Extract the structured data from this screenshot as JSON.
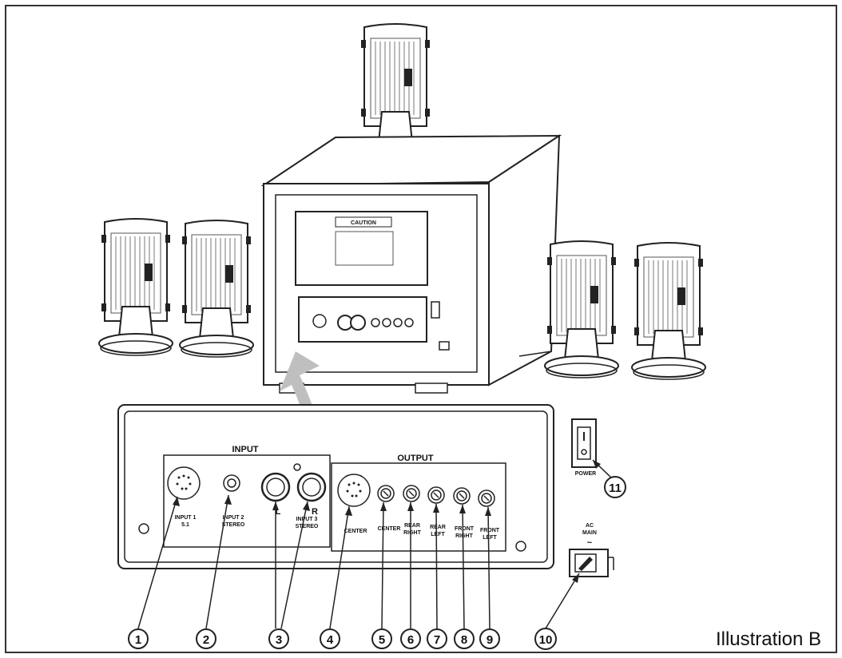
{
  "caption": "Illustration B",
  "caution_label": "CAUTION",
  "panel": {
    "input_title": "INPUT",
    "output_title": "OUTPUT",
    "input1_line1": "INPUT 1",
    "input1_line2": "5.1",
    "input2_line1": "INPUT 2",
    "input2_line2": "STEREO",
    "input3_line1": "INPUT 3",
    "input3_line2": "STEREO",
    "left_label": "L",
    "right_label": "R",
    "center_din_label": "CENTER",
    "center_label": "CENTER",
    "rear_right_line1": "REAR",
    "rear_right_line2": "RIGHT",
    "rear_left_line1": "REAR",
    "rear_left_line2": "LEFT",
    "front_right_line1": "FRONT",
    "front_right_line2": "RIGHT",
    "front_left_line1": "FRONT",
    "front_left_line2": "LEFT"
  },
  "power_label": "POWER",
  "ac_main_line1": "AC",
  "ac_main_line2": "MAIN",
  "ac_symbol": "~",
  "callouts": [
    "1",
    "2",
    "3",
    "4",
    "5",
    "6",
    "7",
    "8",
    "9",
    "10",
    "11"
  ]
}
